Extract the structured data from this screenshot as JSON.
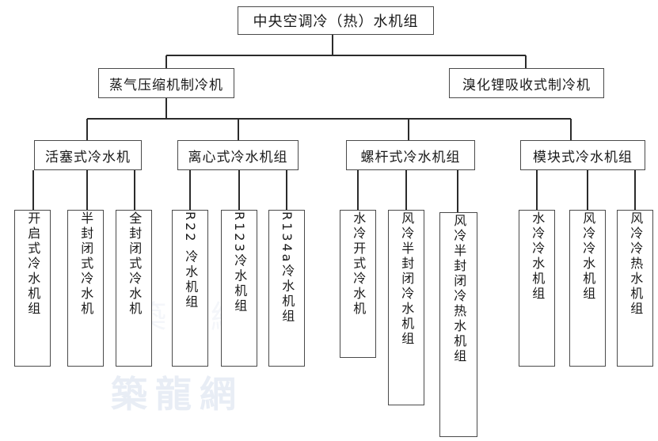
{
  "diagram": {
    "title": "中央空调冷（热）水机组",
    "watermark_main": "築龍網",
    "watermark_center": "築龍網",
    "line_color": "#2b2b2b",
    "box_border_color": "#4a4a4a",
    "background": "#ffffff"
  },
  "root": {
    "label": "中央空调冷（热）水机组"
  },
  "level2": [
    {
      "label": "蒸气压缩机制冷机"
    },
    {
      "label": "溴化锂吸收式制冷机"
    }
  ],
  "level3": [
    {
      "label": "活塞式冷水机"
    },
    {
      "label": "离心式冷水机组"
    },
    {
      "label": "螺杆式冷水机组"
    },
    {
      "label": "模块式冷水机组"
    }
  ],
  "leaves": {
    "group1": [
      {
        "label": "开启式冷水机组",
        "orientation": "upright"
      },
      {
        "label": "半封闭式冷水机",
        "orientation": "upright"
      },
      {
        "label": "全封闭式冷水机",
        "orientation": "upright"
      }
    ],
    "group2": [
      {
        "label": "R22 冷水机组",
        "orientation": "sideways"
      },
      {
        "label": "R123冷水机组",
        "orientation": "sideways"
      },
      {
        "label": "R134a冷水机组",
        "orientation": "sideways"
      }
    ],
    "group3": [
      {
        "label": "水冷开式冷水机",
        "orientation": "upright"
      },
      {
        "label": "风冷半封闭冷水机组",
        "orientation": "upright"
      },
      {
        "label": "风冷半封闭冷热水机组",
        "orientation": "upright"
      }
    ],
    "group4": [
      {
        "label": "水冷冷水机组",
        "orientation": "upright"
      },
      {
        "label": "风冷冷水机组",
        "orientation": "upright"
      },
      {
        "label": "风冷冷热水机组",
        "orientation": "upright"
      }
    ]
  }
}
